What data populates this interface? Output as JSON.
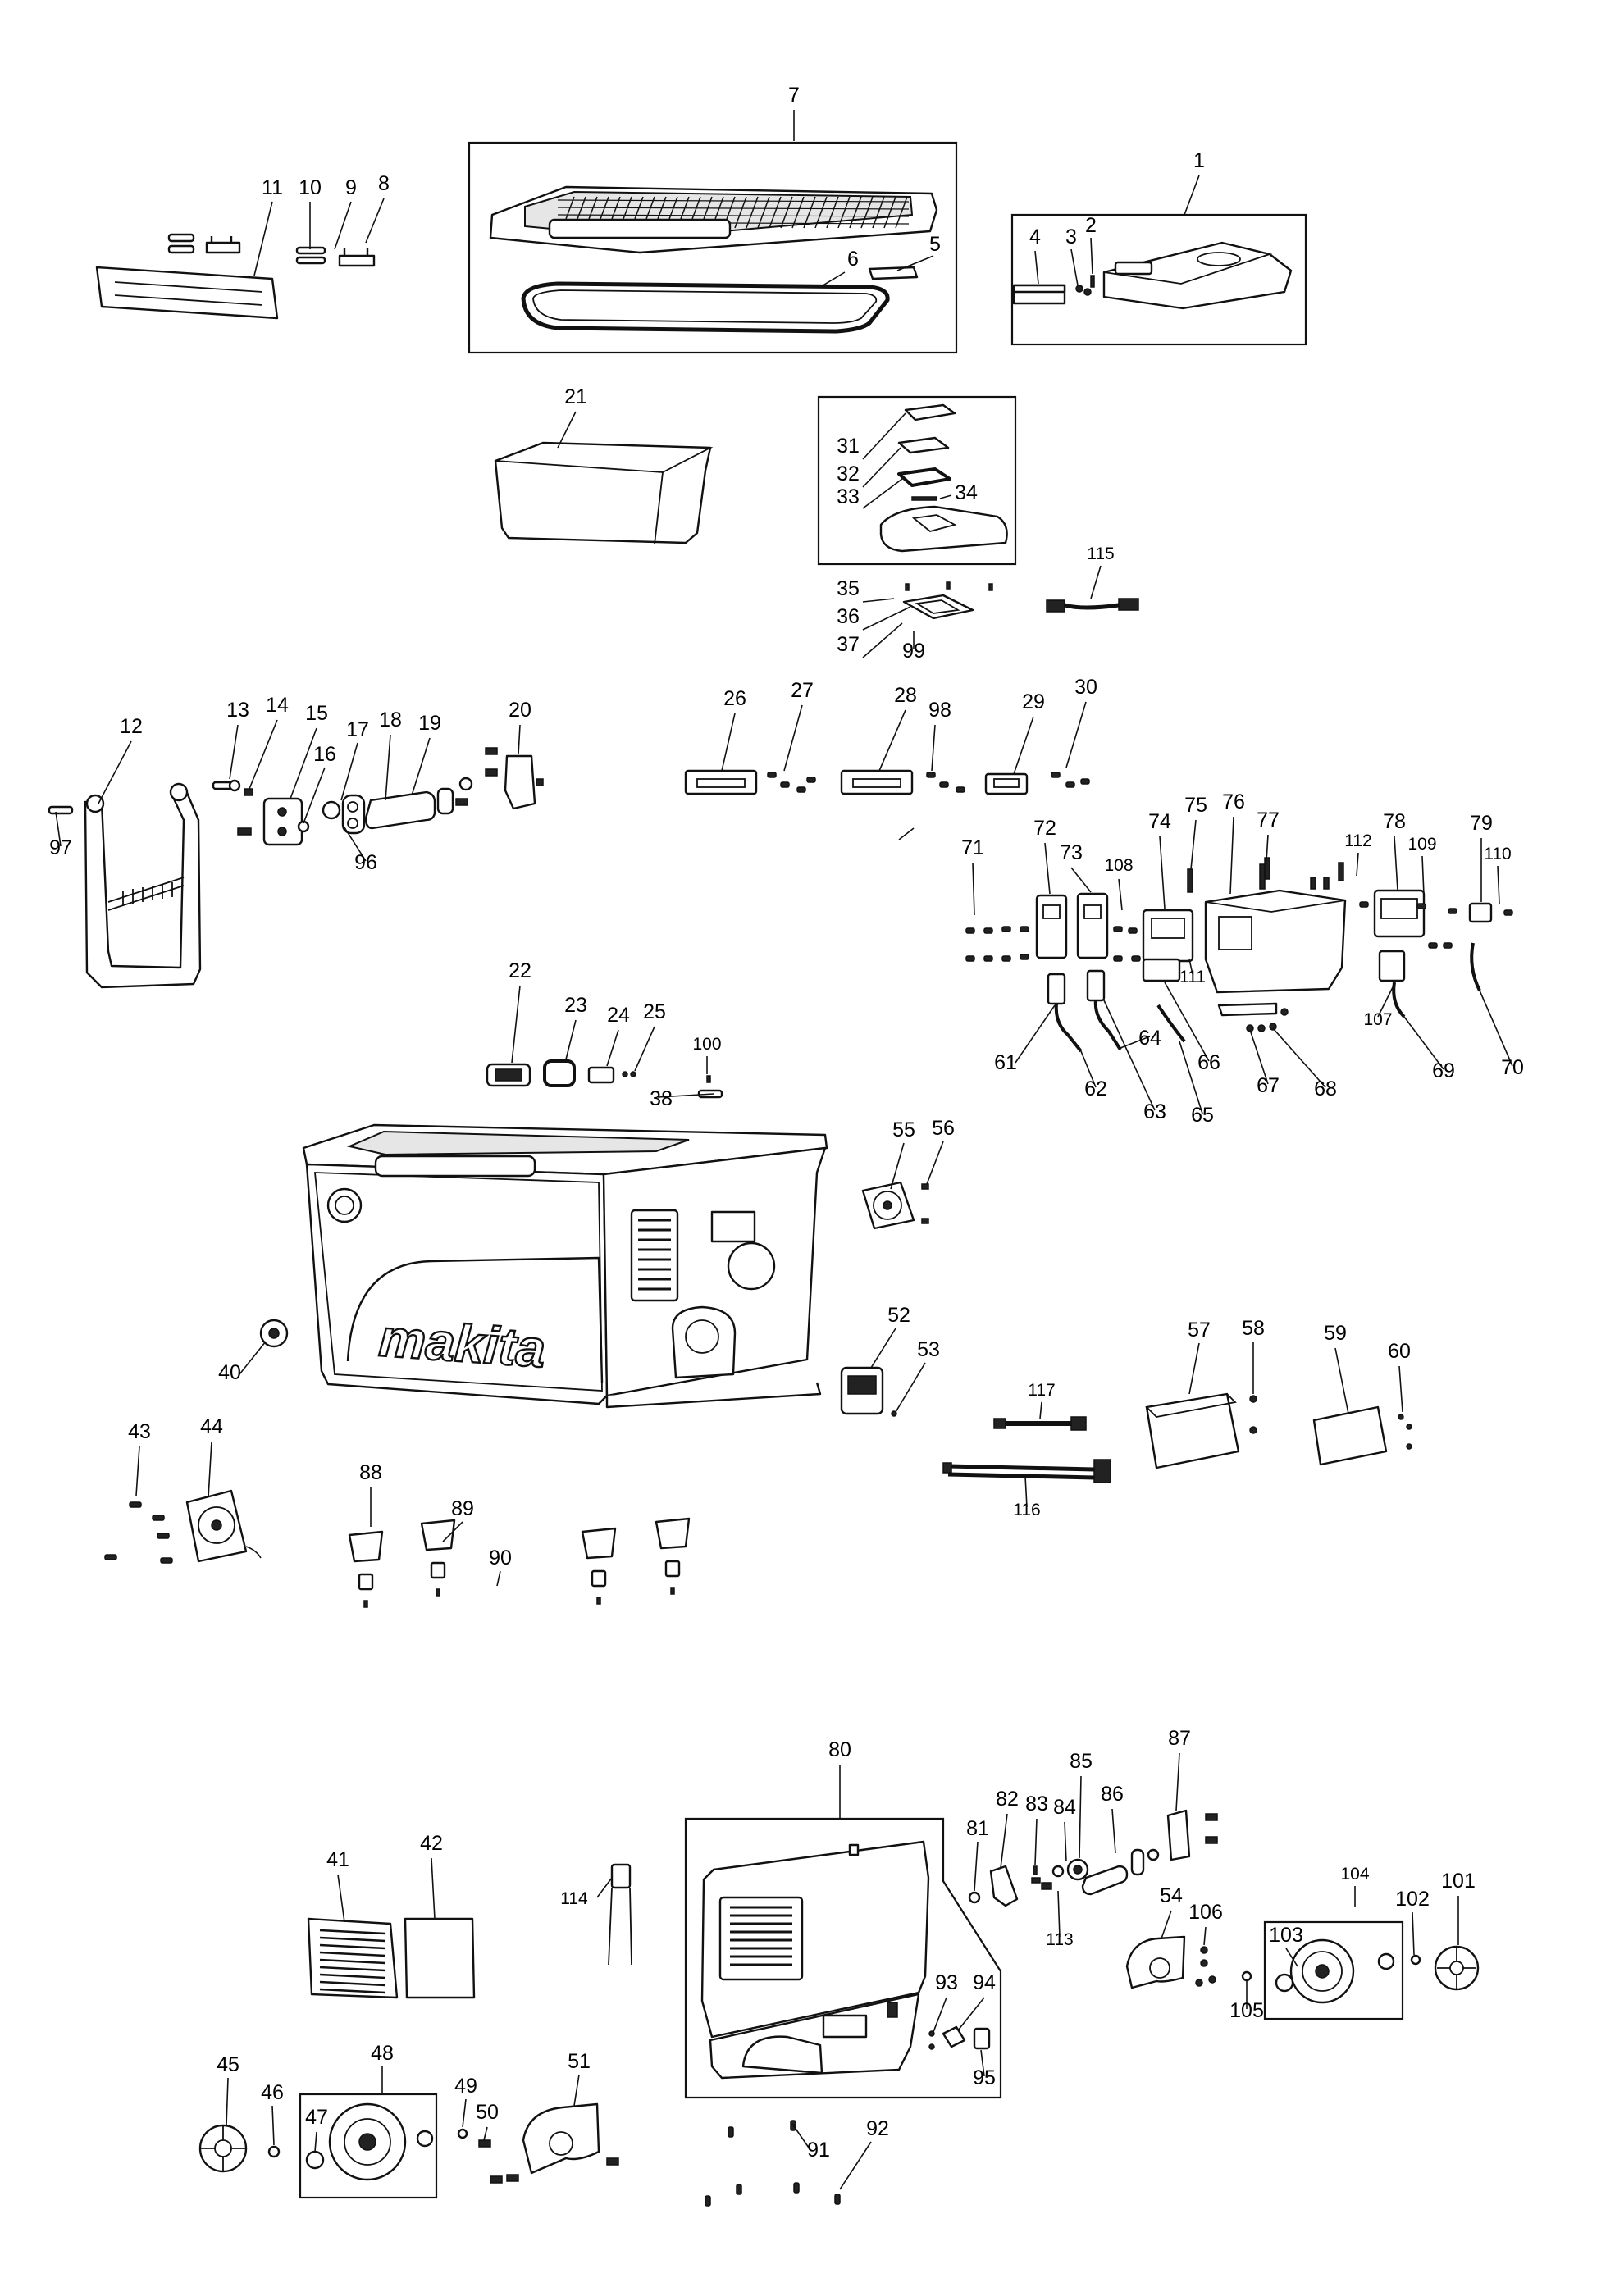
{
  "diagram": {
    "brand_text": "makita",
    "part_numbers": [
      "1",
      "2",
      "3",
      "4",
      "5",
      "6",
      "7",
      "8",
      "9",
      "10",
      "11",
      "12",
      "13",
      "14",
      "15",
      "16",
      "17",
      "18",
      "19",
      "20",
      "21",
      "22",
      "23",
      "24",
      "25",
      "26",
      "27",
      "28",
      "29",
      "30",
      "31",
      "32",
      "33",
      "34",
      "35",
      "36",
      "37",
      "38",
      "40",
      "41",
      "42",
      "43",
      "44",
      "45",
      "46",
      "47",
      "48",
      "49",
      "50",
      "51",
      "52",
      "53",
      "54",
      "55",
      "56",
      "57",
      "58",
      "59",
      "60",
      "61",
      "62",
      "63",
      "64",
      "65",
      "66",
      "67",
      "68",
      "69",
      "70",
      "71",
      "72",
      "73",
      "74",
      "75",
      "76",
      "77",
      "78",
      "79",
      "80",
      "81",
      "82",
      "83",
      "84",
      "85",
      "86",
      "87",
      "88",
      "89",
      "90",
      "91",
      "92",
      "93",
      "94",
      "95",
      "96",
      "97",
      "98",
      "99",
      "100",
      "101",
      "102",
      "103",
      "104",
      "105",
      "106",
      "107",
      "108",
      "109",
      "110",
      "111",
      "112",
      "113",
      "114",
      "115",
      "116",
      "117"
    ]
  }
}
